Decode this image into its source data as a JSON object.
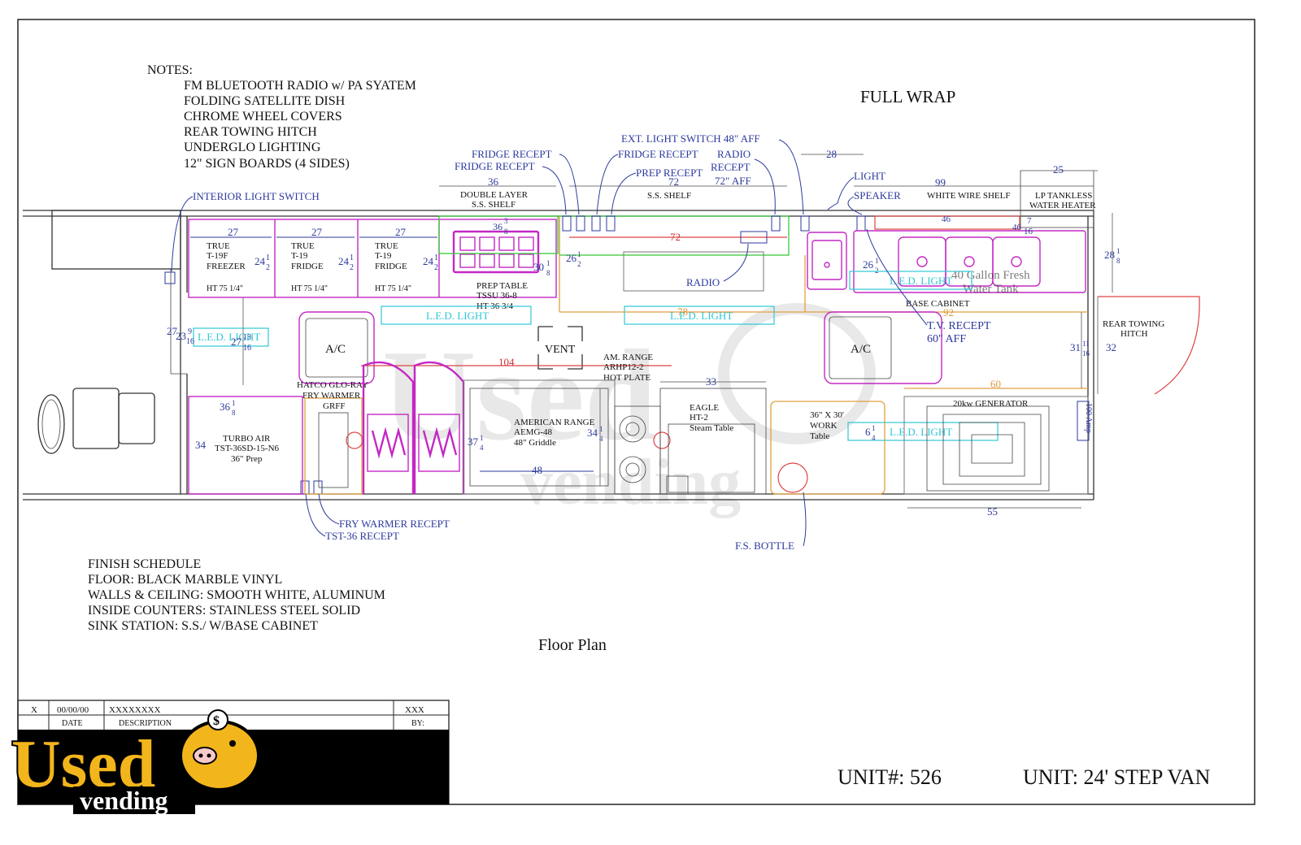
{
  "notes": {
    "heading": "NOTES:",
    "items": [
      "FM BLUETOOTH RADIO w/ PA SYATEM",
      "FOLDING SATELLITE DISH",
      "CHROME WHEEL COVERS",
      "REAR TOWING HITCH",
      "UNDERGLO LIGHTING",
      "12\" SIGN BOARDS (4 SIDES)"
    ]
  },
  "full_wrap": "FULL WRAP",
  "finish": {
    "items": [
      "FINISH SCHEDULE",
      "FLOOR:  BLACK MARBLE VINYL",
      "WALLS & CEILING: SMOOTH WHITE, ALUMINUM",
      "INSIDE COUNTERS:  STAINLESS STEEL SOLID",
      "SINK STATION: S.S./ W/BASE CABINET"
    ]
  },
  "plan_title": "Floor Plan",
  "unit_no": "UNIT#: 526",
  "unit_type": "UNIT: 24' STEP VAN",
  "title_block": {
    "rev": "X",
    "date": "00/00/00",
    "desc": "XXXXXXXX",
    "by": "XXX",
    "date_label": "DATE",
    "desc_label": "DESCRIPTION",
    "by_label": "BY:"
  },
  "watermark": {
    "line1": "Used",
    "line2": "vending"
  },
  "logo": {
    "used": "Used",
    "vending": "vending",
    "symbol": "$"
  },
  "callouts": {
    "fridge_recept_1": "FRIDGE RECEPT",
    "fridge_recept_2": "FRIDGE RECEPT",
    "fridge_recept_3": "FRIDGE RECEPT",
    "ext_light_switch": "EXT. LIGHT SWITCH  48\" AFF",
    "prep_recept": "PREP RECEPT",
    "radio_recept_1": "RADIO",
    "radio_recept_2": "RECEPT",
    "radio_recept_3": "72\" AFF",
    "light": "LIGHT",
    "speaker": "SPEAKER",
    "interior_light_switch": "INTERIOR LIGHT SWITCH",
    "radio": "RADIO",
    "tv_recept_1": "T.V. RECEPT",
    "tv_recept_2": "60\" AFF",
    "fry_warmer_recept": "FRY WARMER RECEPT",
    "tst36_recept": "TST-36 RECEPT",
    "fs_bottle": "F.S. BOTTLE"
  },
  "equipment": {
    "double_layer_1": "DOUBLE LAYER",
    "double_layer_2": "S.S. SHELF",
    "ss_shelf": "S.S. SHELF",
    "white_wire_shelf": "WHITE WIRE SHELF",
    "lp_heater_1": "LP TANKLESS",
    "lp_heater_2": "WATER HEATER",
    "freezer_1": "TRUE",
    "freezer_2": "T-19F",
    "freezer_3": "FREEZER",
    "freezer_ht": "HT 75 1/4\"",
    "fridge_a_1": "TRUE",
    "fridge_a_2": "T-19",
    "fridge_a_3": "FRIDGE",
    "fridge_a_ht": "HT 75 1/4\"",
    "fridge_b_1": "TRUE",
    "fridge_b_2": "T-19",
    "fridge_b_3": "FRIDGE",
    "fridge_b_ht": "HT 75 1/4\"",
    "prep_table_1": "PREP TABLE",
    "prep_table_2": "TSSU 36-8",
    "prep_table_3": "HT 36 3/4",
    "water_tank_1": "40 Gallon Fresh",
    "water_tank_2": "Water Tank",
    "base_cabinet": "BASE CABINET",
    "rear_hitch_1": "REAR TOWING",
    "rear_hitch_2": "HITCH",
    "ac_1": "A/C",
    "ac_2": "A/C",
    "vent": "VENT",
    "am_range_1": "AM. RANGE",
    "am_range_2": "ARHP12-2",
    "am_range_3": "HOT PLATE",
    "hatco_1": "HATCO GLO-RAY",
    "hatco_2": "FRY WARMER",
    "hatco_3": "GRFF",
    "turbo_1": "TURBO AIR",
    "turbo_2": "TST-36SD-15-N6",
    "turbo_3": "36\" Prep",
    "american_1": "AMERICAN RANGE",
    "american_2": "AEMG-48",
    "american_3": "48\" Griddle",
    "eagle_1": "EAGLE",
    "eagle_2": "HT-2",
    "eagle_3": "Steam Table",
    "work_1": "36\" X 30'",
    "work_2": "WORK",
    "work_3": "Table",
    "generator": "20kw GENERATOR",
    "amp": "100 Amp"
  },
  "led": {
    "l1": "L.E.D. LIGHT",
    "l2": "L.E.D. LIGHT",
    "l3": "L.E.D. LIGHT",
    "l4": "L.E.D. LIGHT",
    "l5": "L.E.D. LIGHT"
  },
  "dims": {
    "d36": "36",
    "d72a": "72",
    "d28": "28",
    "d99": "99",
    "d25": "25",
    "d27a": "27",
    "d27b": "27",
    "d27c": "27",
    "d24a": "24",
    "d24b": "24",
    "d24c": "24",
    "half": "1",
    "two": "2",
    "d30": "30",
    "d1a": "1",
    "d8a": "8",
    "d36b": "36",
    "d3b": "3",
    "d8b": "8",
    "d26a": "26",
    "d26b": "26",
    "d72b": "72",
    "d78": "78",
    "d92": "92",
    "d46": "46",
    "d7": "7",
    "d16a": "16",
    "d28r": "28",
    "d1r": "1",
    "d8r": "8",
    "d27l": "27",
    "d23": "23",
    "d9": "9",
    "d16b": "16",
    "d27m": "27",
    "d13": "13",
    "d16c": "16",
    "d104": "104",
    "d33": "33",
    "d60": "60",
    "d31": "31",
    "d11": "11",
    "d16d": "16",
    "d32": "32",
    "d36c": "36",
    "d1c": "1",
    "d8c": "8",
    "d34": "34",
    "d37": "37",
    "d1d": "1",
    "d4d": "4",
    "d34b": "34",
    "d1e": "1",
    "d4e": "4",
    "d48": "48",
    "d6": "6",
    "d1f": "1",
    "d4f": "4",
    "d55": "55"
  }
}
